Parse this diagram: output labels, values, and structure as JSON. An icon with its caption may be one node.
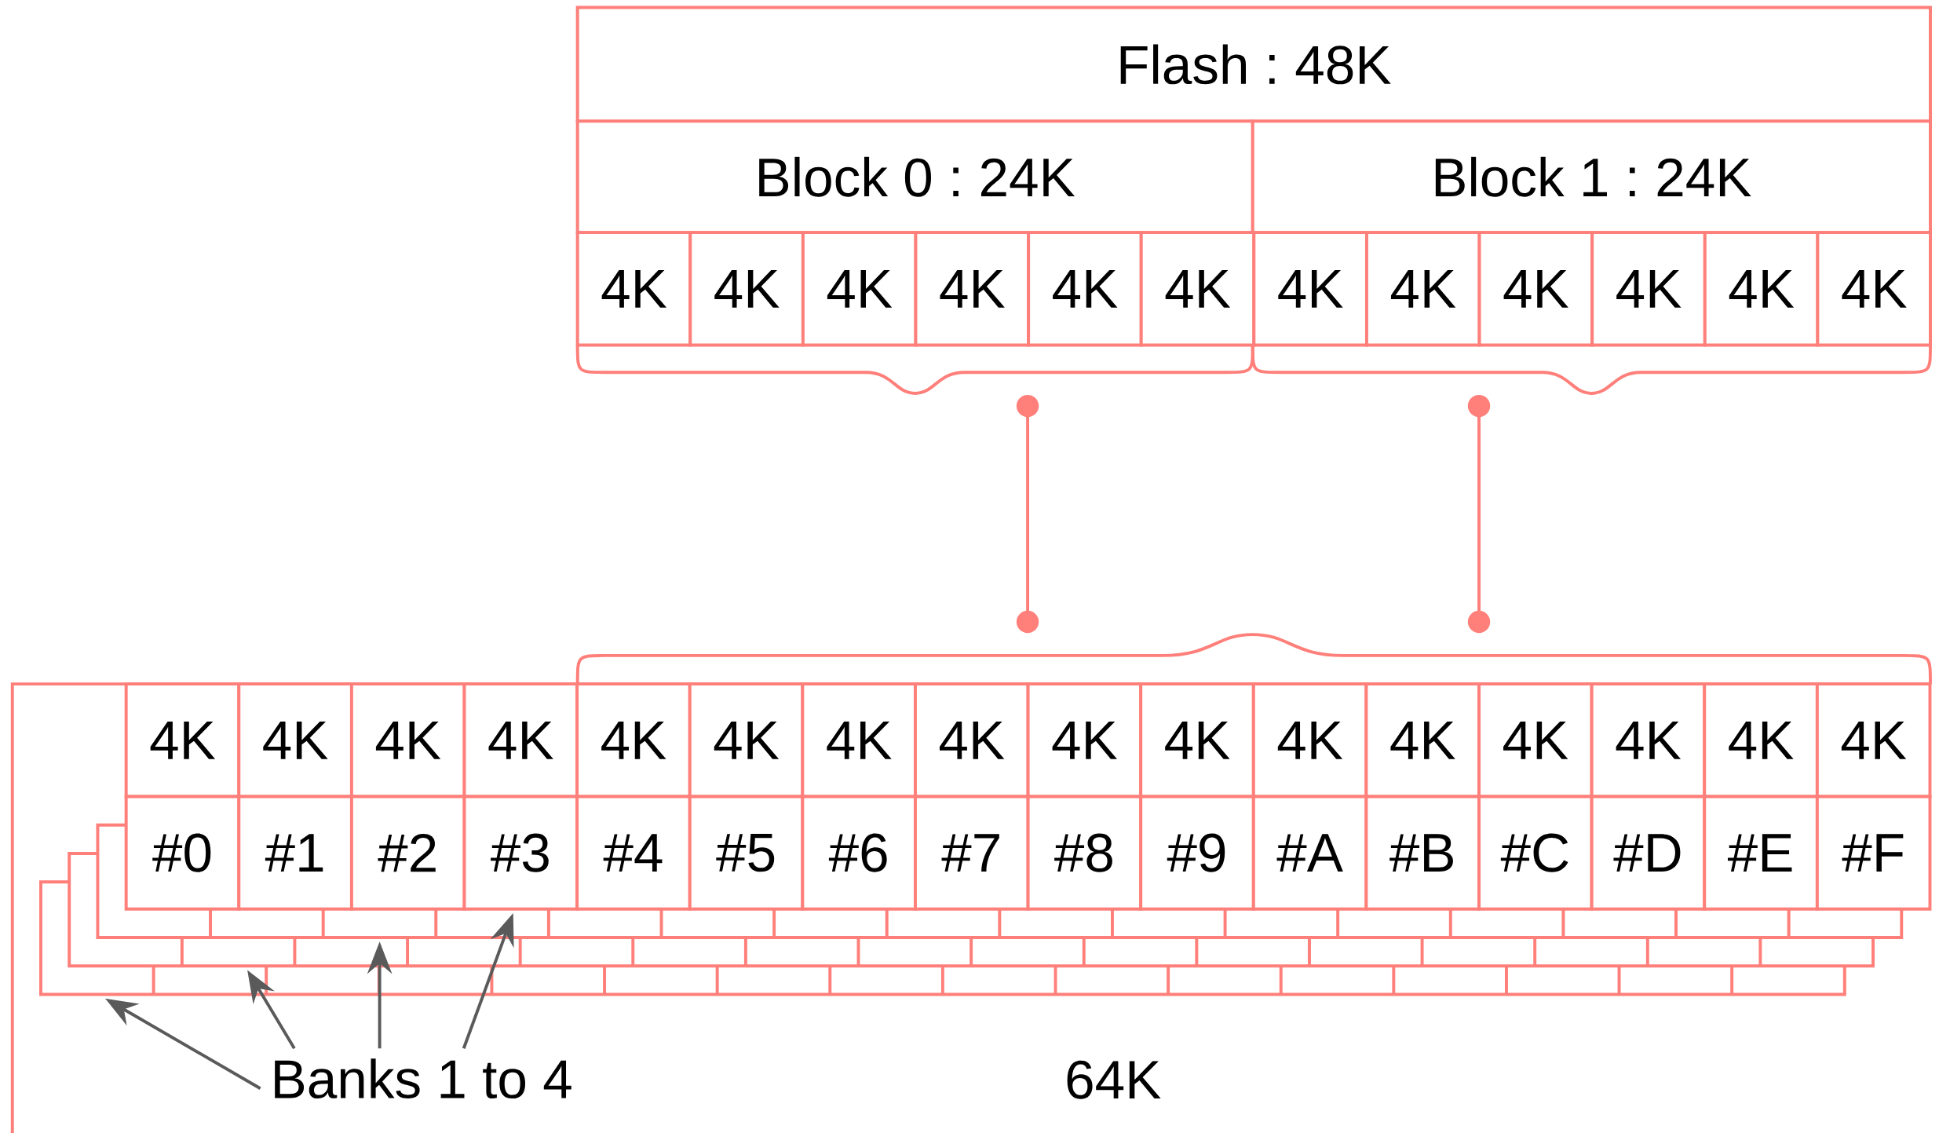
{
  "diagram": {
    "nodes": [
      {
        "text": [
          "Flash : 48K"
        ]
      },
      {
        "text": [
          "Block 0 : 24K"
        ]
      },
      {
        "text": [
          "Block 1 : 24K"
        ]
      },
      {
        "text": [
          "4K"
        ]
      },
      {
        "text": [
          "4K"
        ]
      },
      {
        "text": [
          "4K"
        ]
      },
      {
        "text": [
          "4K"
        ]
      },
      {
        "text": [
          "4K"
        ]
      },
      {
        "text": [
          "4K"
        ]
      },
      {
        "text": [
          "4K"
        ]
      },
      {
        "text": [
          "4K"
        ]
      },
      {
        "text": [
          "4K"
        ]
      },
      {
        "text": [
          "4K"
        ]
      },
      {
        "text": [
          "4K"
        ]
      },
      {
        "text": [
          "4K"
        ]
      },
      {
        "text": [],
        "shape": "brace"
      },
      {
        "text": [],
        "shape": "brace"
      },
      {
        "text": [],
        "shape": "brace"
      },
      {
        "text": [
          "4K"
        ],
        "in": 51
      },
      {
        "text": [
          "4K"
        ],
        "in": 51
      },
      {
        "text": [
          "4K"
        ],
        "in": 51
      },
      {
        "text": [
          "4K"
        ],
        "in": 51
      },
      {
        "text": [
          "4K"
        ],
        "in": 51
      },
      {
        "text": [
          "4K"
        ],
        "in": 51
      },
      {
        "text": [
          "4K"
        ],
        "in": 51
      },
      {
        "text": [
          "4K"
        ],
        "in": 51
      },
      {
        "text": [
          "4K"
        ],
        "in": 51
      },
      {
        "text": [
          "4K"
        ],
        "in": 51
      },
      {
        "text": [
          "4K"
        ],
        "in": 51
      },
      {
        "text": [
          "4K"
        ],
        "in": 51
      },
      {
        "text": [
          "4K"
        ],
        "in": 51
      },
      {
        "text": [
          "4K"
        ],
        "in": 51
      },
      {
        "text": [
          "4K"
        ],
        "in": 51
      },
      {
        "text": [
          "4K"
        ],
        "in": 51
      },
      {
        "text": [
          "#0"
        ],
        "in": 51
      },
      {
        "text": [
          "#1"
        ],
        "in": 51
      },
      {
        "text": [
          "#2"
        ],
        "in": 51
      },
      {
        "text": [
          "#3"
        ],
        "in": 51
      },
      {
        "text": [
          "#4"
        ],
        "in": 51
      },
      {
        "text": [
          "#5"
        ],
        "in": 51
      },
      {
        "text": [
          "#6"
        ],
        "in": 51
      },
      {
        "text": [
          "#7"
        ],
        "in": 51
      },
      {
        "text": [
          "#8"
        ],
        "in": 51
      },
      {
        "text": [
          "#9"
        ],
        "in": 51
      },
      {
        "text": [
          "#A"
        ],
        "in": 51
      },
      {
        "text": [
          "#B"
        ],
        "in": 51
      },
      {
        "text": [
          "#C"
        ],
        "in": 51
      },
      {
        "text": [
          "#D"
        ],
        "in": 51
      },
      {
        "text": [
          "#E"
        ],
        "in": 51
      },
      {
        "text": [
          "#F"
        ],
        "in": 51
      },
      {
        "text": [
          "Banks 1 to 4"
        ],
        "in": 51
      },
      {
        "text": [
          "64K"
        ]
      },
      {
        "text": [],
        "shape": "box",
        "in": 51
      },
      {
        "text": [],
        "shape": "box",
        "in": 51
      },
      {
        "text": [],
        "shape": "box",
        "in": 51
      }
    ],
    "edges": [
      {
        "from": 15,
        "to": 17,
        "arrow": "other",
        "color": "#ff7f7a"
      },
      {
        "from": 16,
        "to": 17,
        "arrow": "other",
        "color": "#ff7f7a"
      },
      {
        "from": 50,
        "to": 54,
        "arrow": "to"
      },
      {
        "from": 50,
        "to": 53,
        "arrow": "to"
      },
      {
        "from": 50,
        "to": 52,
        "arrow": "to"
      },
      {
        "from": 50,
        "to": 37,
        "arrow": "to"
      }
    ]
  }
}
